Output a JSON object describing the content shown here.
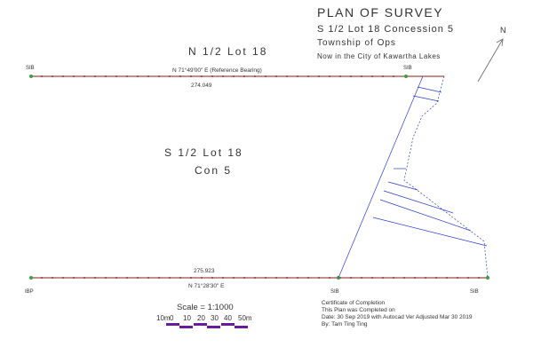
{
  "title_block": {
    "title": "PLAN OF SURVEY",
    "line1": "S 1/2 Lot 18 Concession 5",
    "line2": "Township of Ops",
    "line3": "Now in the City of Kawartha Lakes"
  },
  "north_arrow": {
    "label": "N"
  },
  "parcels": {
    "north_half": "N 1/2 Lot 18",
    "south_half": "S 1/2 Lot 18",
    "concession": "Con 5"
  },
  "top_line": {
    "bearing": "N 71°49'00\" E (Reference Bearing)",
    "distance": "274.049",
    "left_marker": "SIB",
    "right_marker": "SIB"
  },
  "bottom_line": {
    "distance": "275.923",
    "bearing": "N 71°28'30\" E",
    "left_marker": "IBP",
    "middle_marker": "SIB",
    "right_marker": "SIB"
  },
  "scale": {
    "label": "Scale = 1:1000",
    "ticks": [
      "10m",
      "0",
      "10",
      "20",
      "30",
      "40",
      "50m"
    ]
  },
  "certificate": {
    "line1": "Certificate of Completion",
    "line2": "This Plan was Completed on",
    "line3": "Date: 30 Sep 2019 with Autocad Ver Adjusted Mar 30 2019",
    "line4": "By: Tam Ting Ting"
  },
  "colors": {
    "boundary": "#8b1a1a",
    "blue_lines": "#2a3fbf",
    "point_marker": "#3ca03c",
    "scale_bar": "#6a1b9a"
  }
}
